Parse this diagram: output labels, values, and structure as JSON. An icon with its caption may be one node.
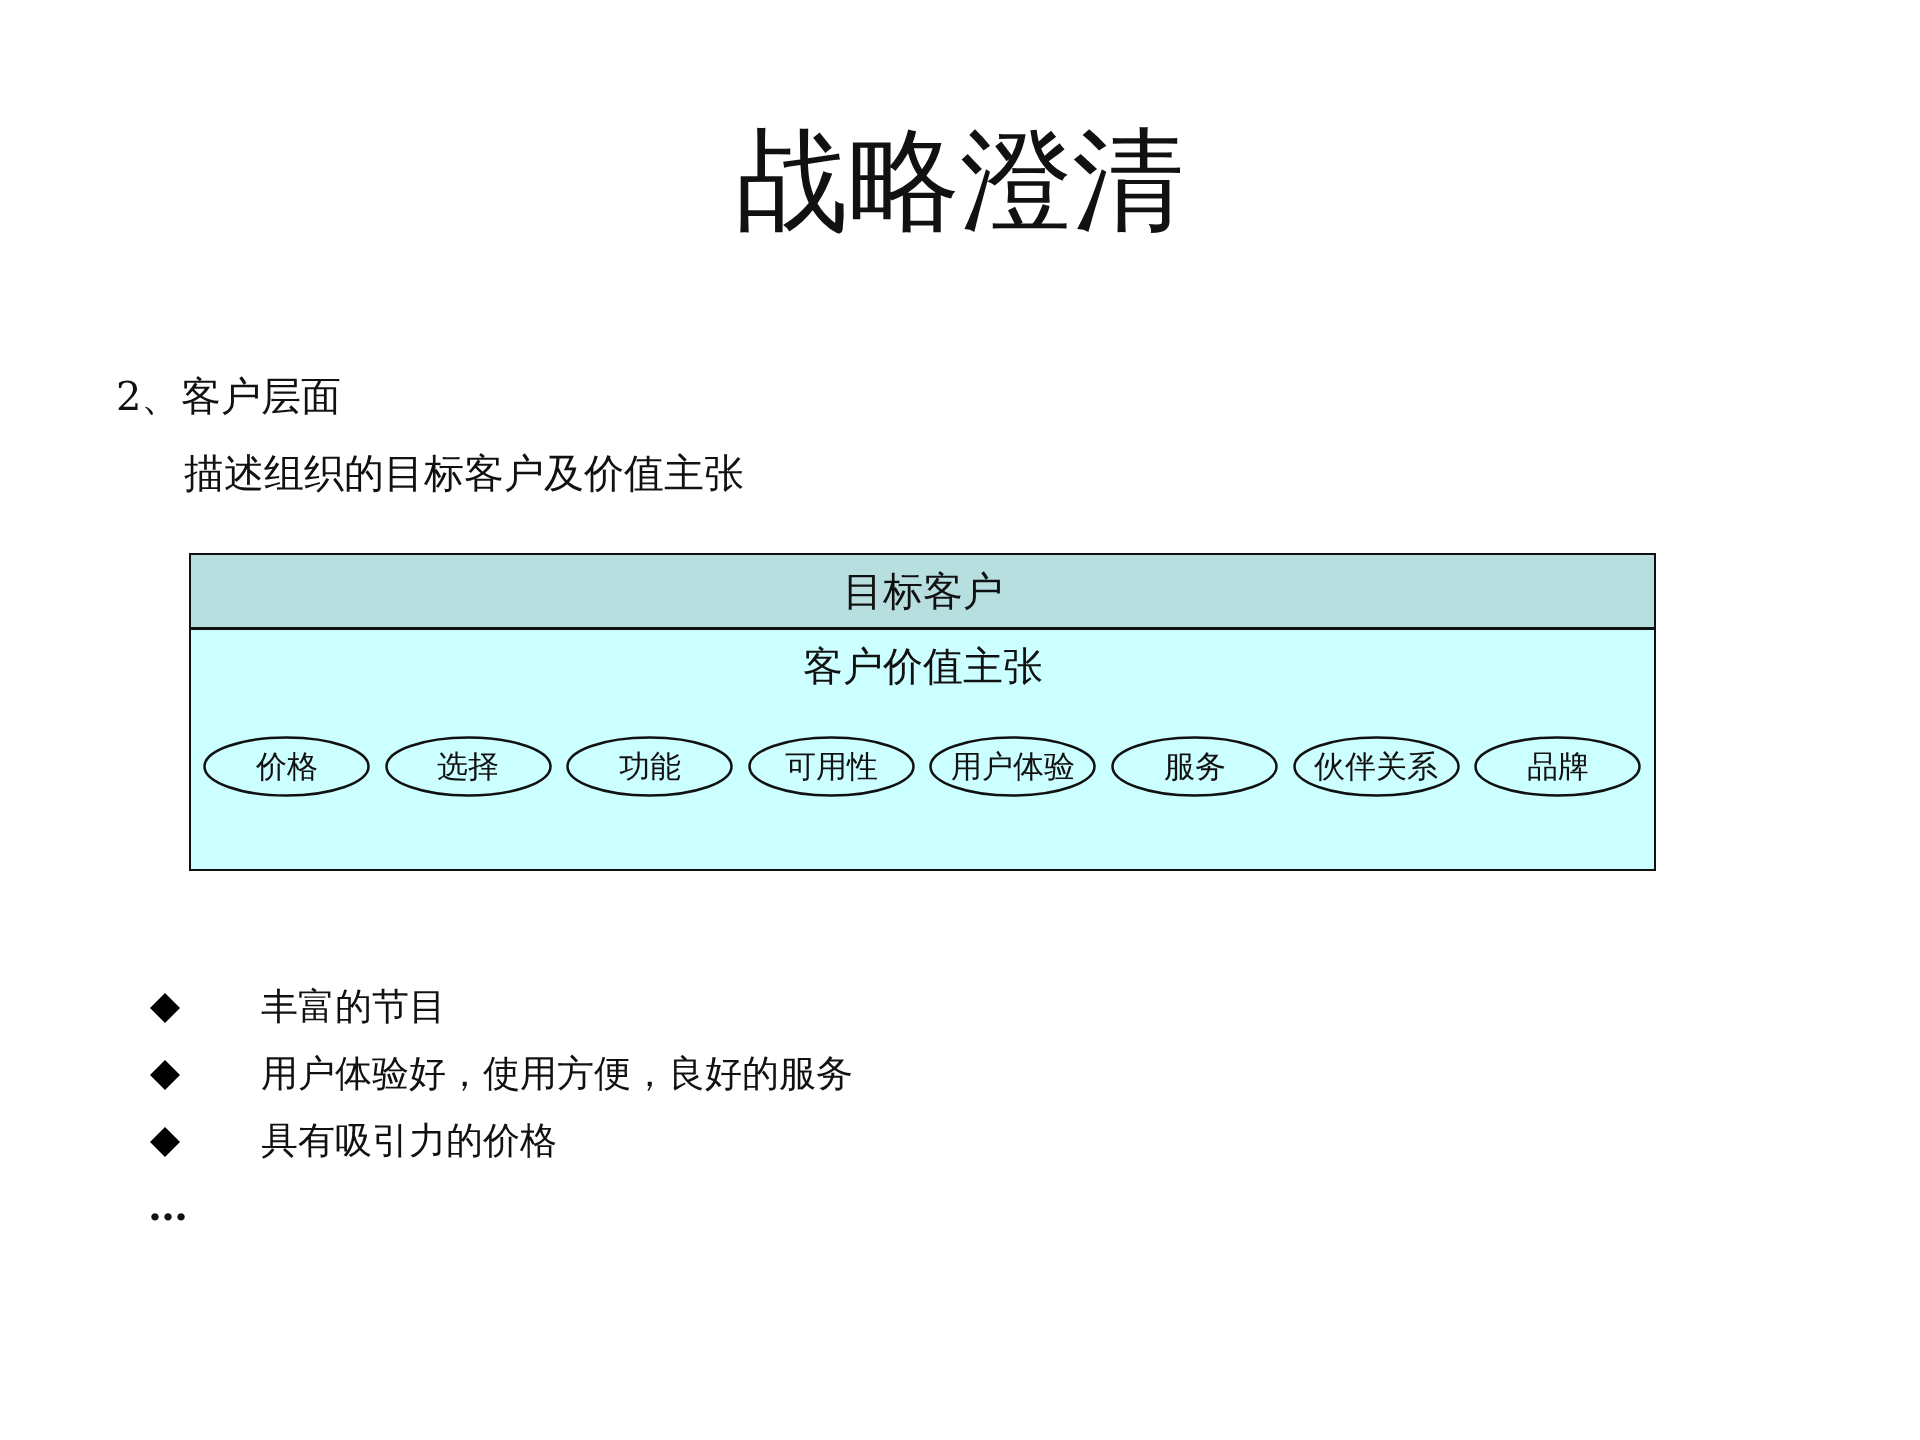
{
  "diagram": {
    "title": "战略澄清",
    "nodes": [
      {
        "text": [
          "目标客户"
        ]
      },
      {
        "text": [
          "客户价值主张"
        ]
      },
      {
        "text": [
          "价格"
        ],
        "in": 1
      },
      {
        "text": [
          "选择"
        ],
        "in": 1
      },
      {
        "text": [
          "功能"
        ],
        "in": 1
      },
      {
        "text": [
          "可用性"
        ],
        "in": 1
      },
      {
        "text": [
          "用户体验"
        ],
        "in": 1
      },
      {
        "text": [
          "服务"
        ],
        "in": 1
      },
      {
        "text": [
          "伙伴关系"
        ],
        "in": 1
      },
      {
        "text": [
          "品牌"
        ],
        "in": 1
      }
    ],
    "edges": [],
    "labels": [
      "2、客户层面",
      "描述组织的目标客户及价值主张",
      "丰富的节目",
      "用户体验好，使用方便，良好的服务",
      "具有吸引力的价格",
      "…"
    ]
  }
}
